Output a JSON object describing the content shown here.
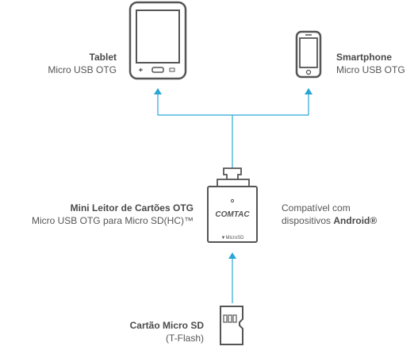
{
  "tablet": {
    "title": "Tablet",
    "subtitle": "Micro USB OTG",
    "icon": "tablet-icon"
  },
  "smartphone": {
    "title": "Smartphone",
    "subtitle": "Micro USB OTG",
    "icon": "smartphone-icon"
  },
  "reader": {
    "title": "Mini Leitor de Cartões OTG",
    "subtitle": "Micro USB OTG para Micro SD(HC)™",
    "brand": "COMTAC",
    "slot_label": "▼MicroSD",
    "compat_line1": "Compatível com",
    "compat_line2_prefix": "dispositivos ",
    "compat_line2_bold": "Android®",
    "icon": "card-reader-icon"
  },
  "card": {
    "title": "Cartão Micro SD",
    "subtitle": "(T-Flash)",
    "icon": "microsd-card-icon"
  },
  "colors": {
    "arrow": "#2aa6d6",
    "outline": "#555555",
    "text": "#4a4a4a"
  }
}
